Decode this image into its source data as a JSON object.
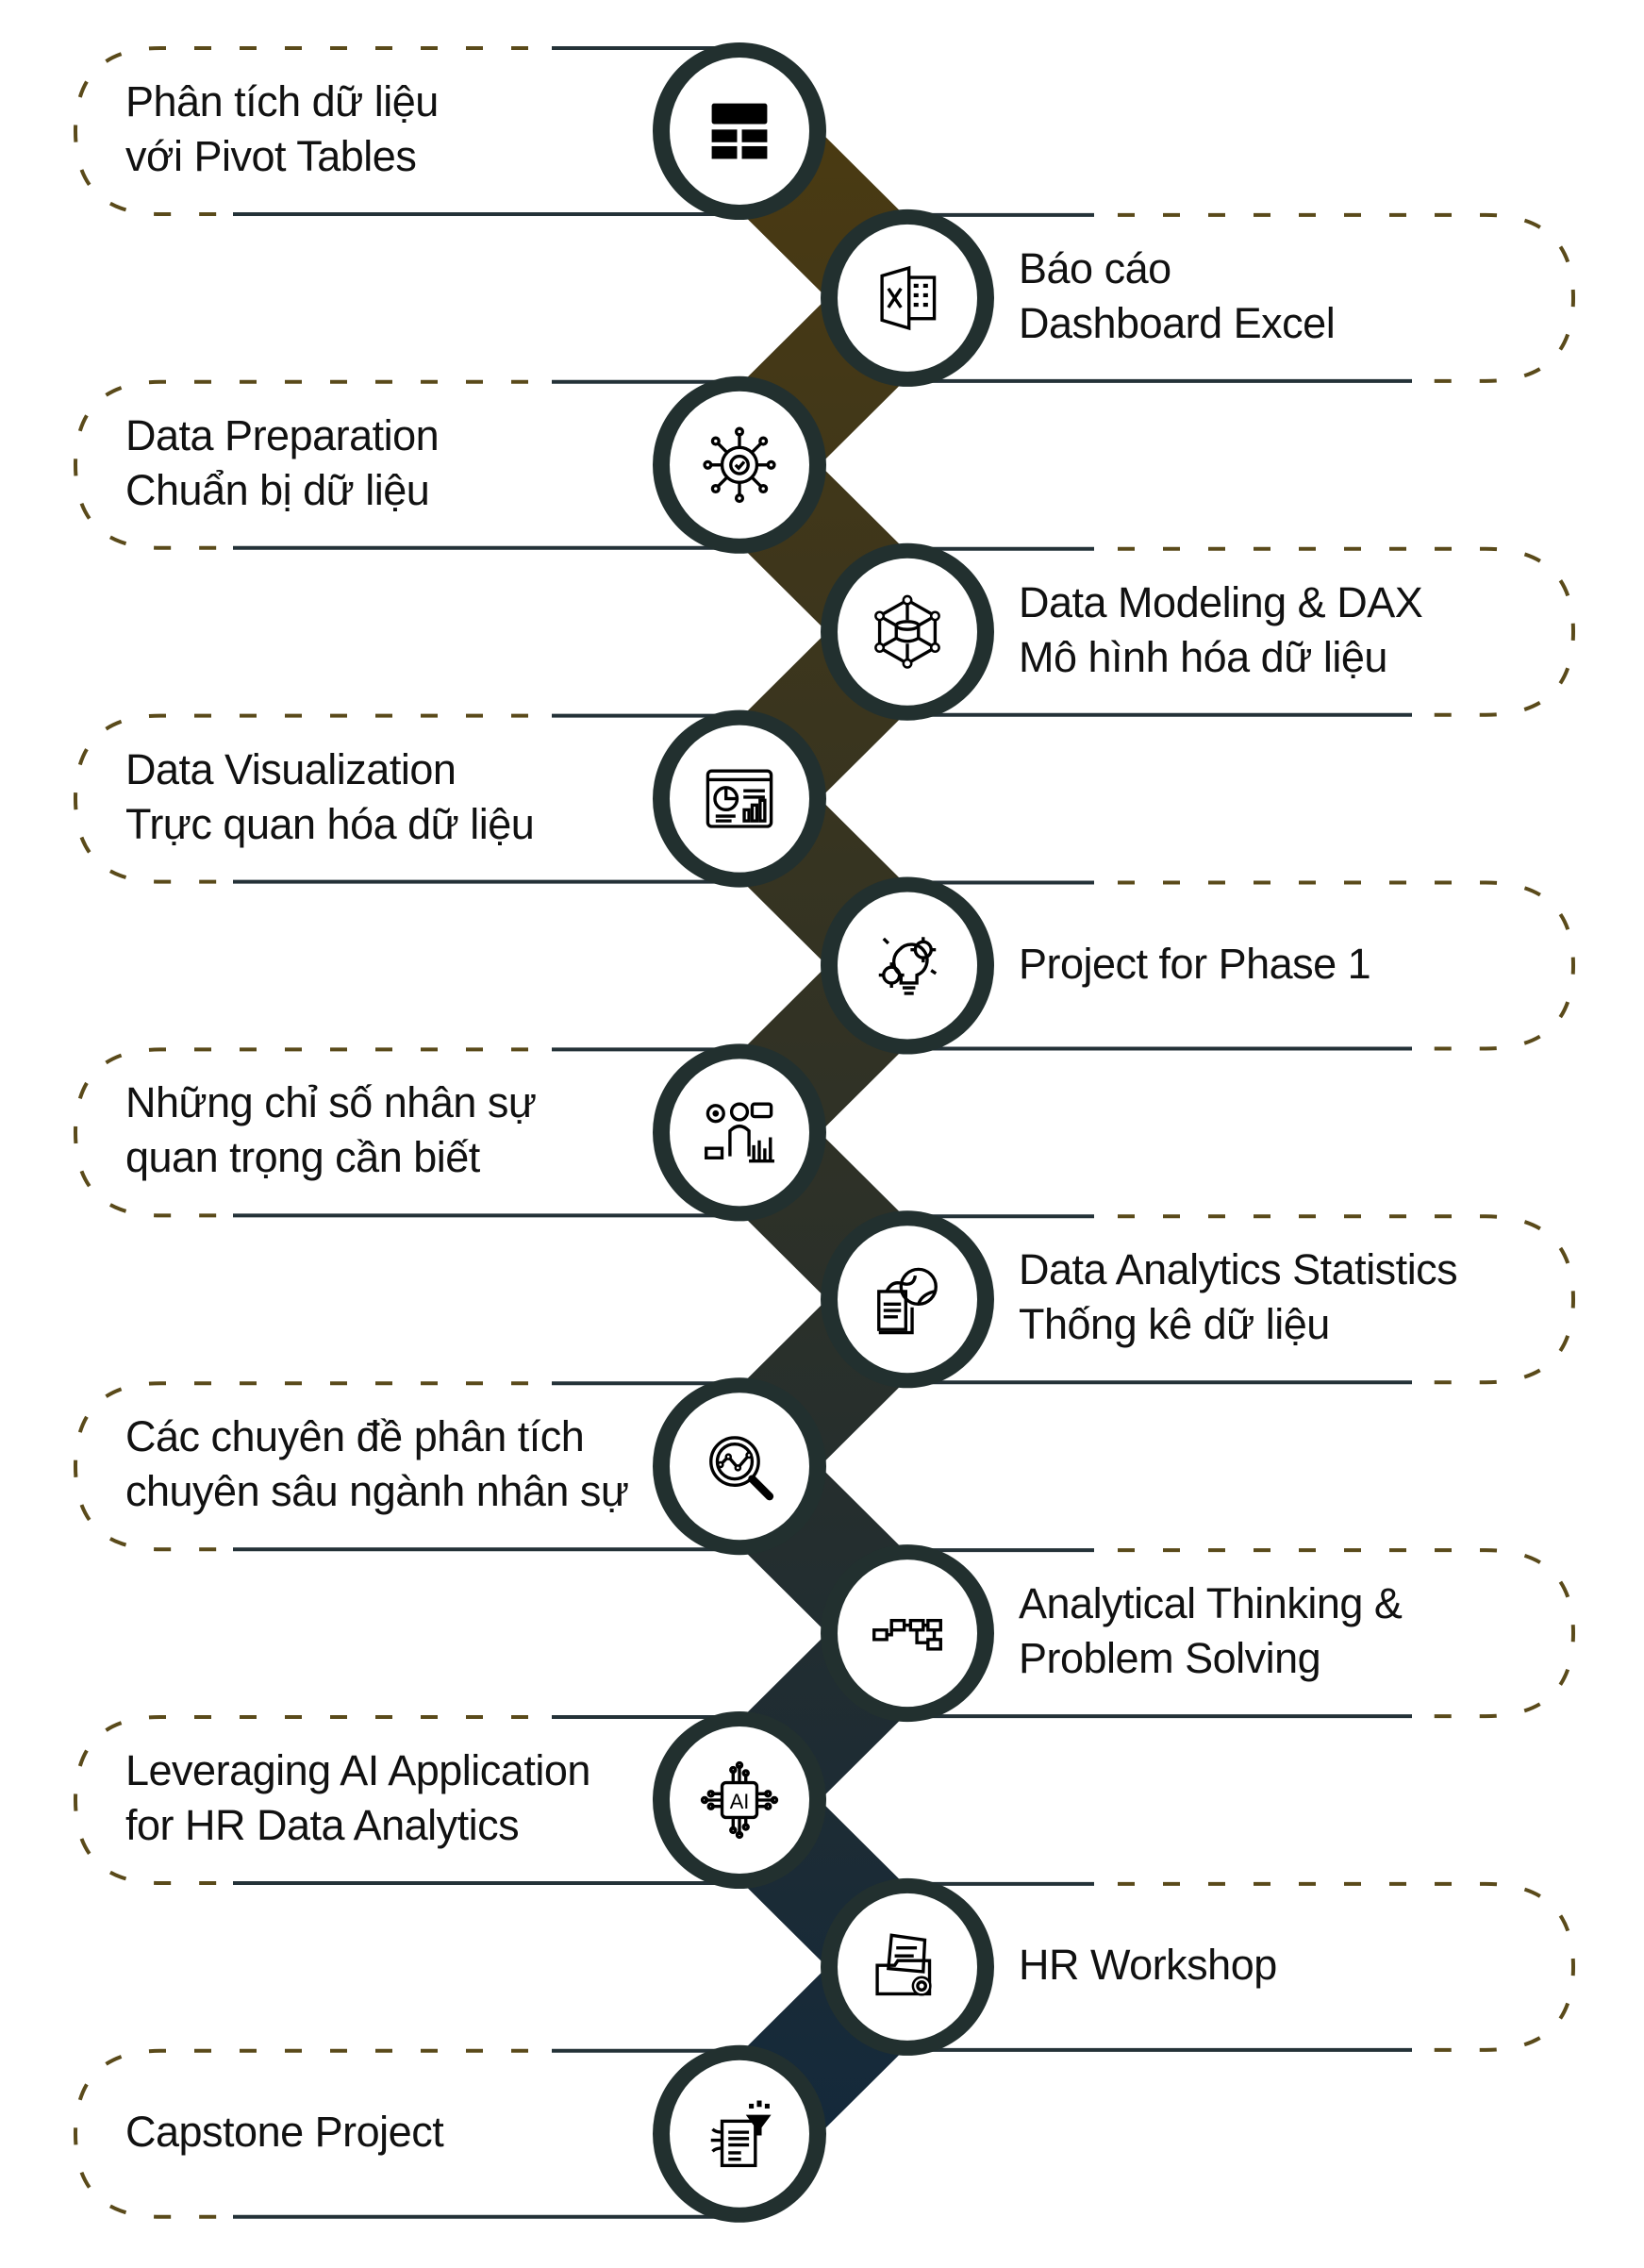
{
  "colors": {
    "band_top": "#4a3a12",
    "band_bottom": "#14293b",
    "ring": "#22302f",
    "dash": "#5a4a1a",
    "rule": "#243238",
    "text": "#111111"
  },
  "items": [
    {
      "lines": [
        "Phân tích dữ liệu",
        "với Pivot Tables"
      ],
      "icon": "table-icon"
    },
    {
      "lines": [
        "Báo cáo",
        "Dashboard Excel"
      ],
      "icon": "excel-icon"
    },
    {
      "lines": [
        "Data Preparation",
        "Chuẩn bị dữ liệu"
      ],
      "icon": "gear-check-icon"
    },
    {
      "lines": [
        "Data Modeling & DAX",
        "Mô hình hóa dữ liệu"
      ],
      "icon": "data-cube-icon"
    },
    {
      "lines": [
        "Data Visualization",
        "Trực quan hóa dữ liệu"
      ],
      "icon": "dashboard-chart-icon"
    },
    {
      "lines": [
        "Project for Phase 1"
      ],
      "icon": "lightbulb-gear-icon"
    },
    {
      "lines": [
        "Những chỉ số nhân sự",
        "quan trọng cần biết"
      ],
      "icon": "person-analytics-icon"
    },
    {
      "lines": [
        "Data Analytics Statistics",
        "Thống kê dữ liệu"
      ],
      "icon": "globe-document-icon"
    },
    {
      "lines": [
        "Các chuyên đề phân tích",
        "chuyên sâu ngành nhân sự"
      ],
      "icon": "magnifier-chart-icon"
    },
    {
      "lines": [
        "Analytical Thinking &",
        "Problem Solving"
      ],
      "icon": "flowchart-icon"
    },
    {
      "lines": [
        "Leveraging AI Application",
        "for HR Data Analytics"
      ],
      "icon": "ai-chip-icon"
    },
    {
      "lines": [
        "HR Workshop"
      ],
      "icon": "folder-gear-icon"
    },
    {
      "lines": [
        "Capstone Project"
      ],
      "icon": "document-funnel-icon"
    }
  ]
}
